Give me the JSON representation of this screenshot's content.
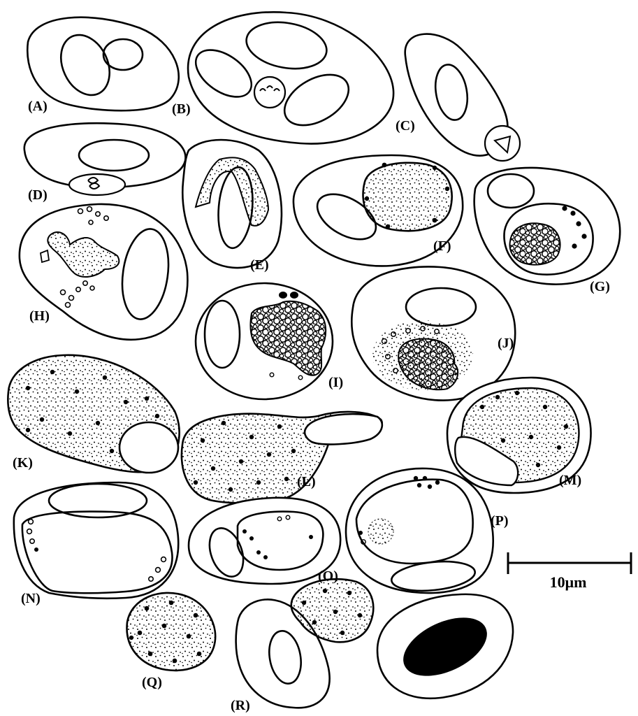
{
  "figure": {
    "panels": [
      {
        "id": "A",
        "label": "(A)"
      },
      {
        "id": "B",
        "label": "(B)"
      },
      {
        "id": "C",
        "label": "(C)"
      },
      {
        "id": "D",
        "label": "(D)"
      },
      {
        "id": "E",
        "label": "(E)"
      },
      {
        "id": "F",
        "label": "(F)"
      },
      {
        "id": "G",
        "label": "(G)"
      },
      {
        "id": "H",
        "label": "(H)"
      },
      {
        "id": "I",
        "label": "(I)"
      },
      {
        "id": "J",
        "label": "(J)"
      },
      {
        "id": "K",
        "label": "(K)"
      },
      {
        "id": "L",
        "label": "(L)"
      },
      {
        "id": "M",
        "label": "(M)"
      },
      {
        "id": "N",
        "label": "(N)"
      },
      {
        "id": "O",
        "label": "(O)"
      },
      {
        "id": "P",
        "label": "(P)"
      },
      {
        "id": "Q",
        "label": "(Q)"
      },
      {
        "id": "R",
        "label": "(R)"
      }
    ],
    "scale_bar": {
      "label": "10μm"
    }
  }
}
